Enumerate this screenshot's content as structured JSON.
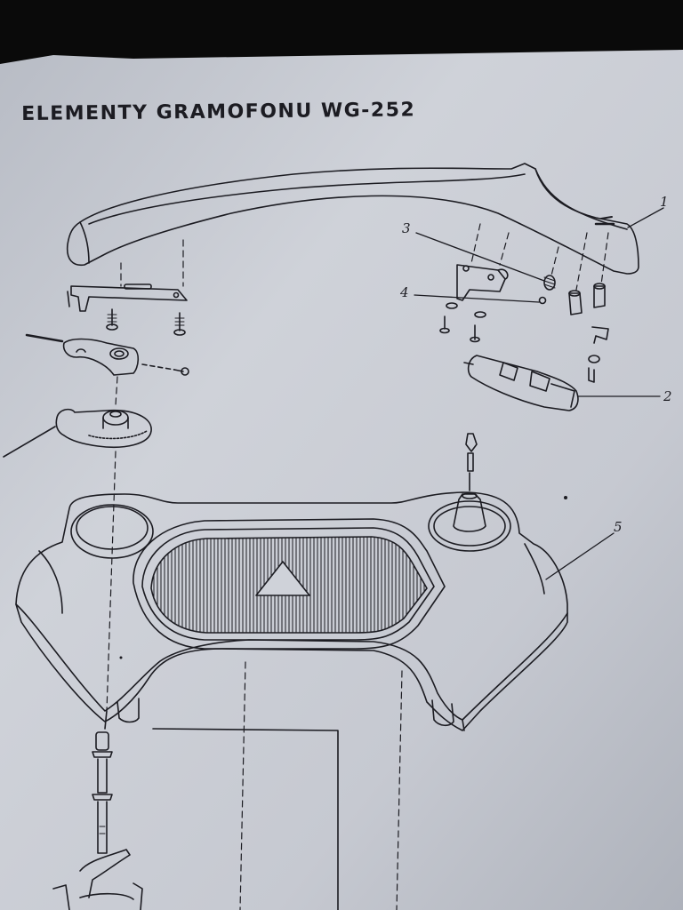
{
  "document": {
    "title": "ELEMENTY GRAMOFONU WG-252"
  },
  "callouts": [
    {
      "id": "1",
      "label": "1"
    },
    {
      "id": "2",
      "label": "2"
    },
    {
      "id": "3",
      "label": "3"
    },
    {
      "id": "4",
      "label": "4"
    },
    {
      "id": "5",
      "label": "5"
    }
  ],
  "colors": {
    "paper": "#c9ccd4",
    "paper_shadow": "#9ea2ac",
    "ink": "#1c1c22",
    "border": "#0a0a0a"
  }
}
